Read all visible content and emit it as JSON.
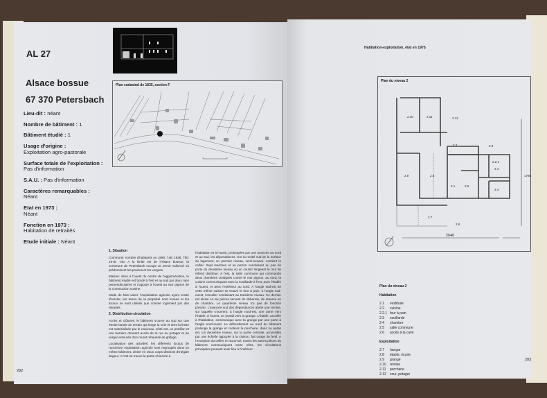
{
  "left_page": {
    "code": "AL 27",
    "region": "Alsace bossue",
    "town": "67 370 Petersbach",
    "facts": [
      {
        "label": "Lieu-dit :",
        "value": "néant",
        "inline": true
      },
      {
        "label": "Nombre de bâtiment :",
        "value": "1",
        "inline": true
      },
      {
        "label": "Bâtiment étudié :",
        "value": "1",
        "inline": true
      },
      {
        "label": "Usage d'origine :",
        "value": "Exploitation agro-pastorale",
        "inline": false
      },
      {
        "label": "Surface totale de l'exploitation :",
        "value": "Pas d'information",
        "inline": false
      },
      {
        "label": "S.A.U. :",
        "value": "Pas d'information",
        "inline": true
      },
      {
        "label": "Caractères remarquables :",
        "value": "Néant",
        "inline": false
      },
      {
        "label": "Etat en 1973 :",
        "value": "Néant",
        "inline": false
      },
      {
        "label": "Fonction en 1973 :",
        "value": "Habitation de retraités",
        "inline": false
      },
      {
        "label": "Etude initiale :",
        "value": "Néant",
        "inline": true
      }
    ],
    "map_caption": "Plan cadastral de 1835, section F",
    "col1": {
      "h1": "1. Situation",
      "p1": "Commune: nombre d'habitants en 1880: 746; 1936: 780; 1975: 740. A la limite est de l'Alsace bossue, la commune de Petersbach occupe un terroir vallonné où prédominent les prairies et les vergers.",
      "p2": "Maison: situé à l'ouest du centre de l'agglomération, le bâtiment étudié est bordé à l'est et au sud par deux rues perpendiculaires et s'appuie à l'ouest au mur pignon de la construction voisine.",
      "p3": "Mode de faire-valoir: l'exploitation agricole ayant cessé d'exister, les terres de la propriété sont louées et les locaux ne sont utilisés que comme logement par des retraités.",
      "h2": "2. Distribution-circulation",
      "p4": "Accès et clôtures: le bâtiment s'ouvre au sud sur une étroite bande de terrain qui longe la voie et dont la limite est matérialisée par le caniveau. Côté est, un portillon et une barrière donnent accès de la rue au potager et au verger entourés d'un muret rehaussé de grillage.",
      "p5": "Localisation des activités: les différents locaux de l'ancienne exploitation agricole sont regroupés dans un même bâtiment, divisé en deux corps distincts d'inégale largeur. A l'est se trouve la partie réservée à"
    },
    "col2": "l'habitation et à l'ouest, prolongées par une avancée au nord et au sud, les dépendances. Sur la moitié sud de la surface du logement, un premier niveau, semi-excavé, contient le cellier. Sept marches et un perron conduisent au pas de porte du deuxième niveau où un couloir longeant le mur de refend distribue: à l'est, la salle commune qui commande deux chambres contiguës contre le mur pignon; au nord, la cuisine communiquant avec la souillarde à l'est, avec l'étable à l'ouest, et avec l'extérieur au nord. A l'angle sud-est de cette même cuisine se trouve le four à pain, à l'angle sud-ouest, l'escalier conduisant au troisième niveau. Ce dernier est divisé en six pièces servant de débarras, de réserve ou de chambre. Le quatrième niveau n'a pas de fonction précise. L'avancée sud des dépendances abrite une remise, sur laquelle s'ouvrent: à l'angle nord-est, une porte vers l'étable; à l'ouest, un portail vers la grange. L'étable, accolée à l'habitation, communique avec la grange par une porte à l'angle nord-ouest. Le débordement au nord du bâtiment prolonge la grange et contient la porcherie, dans sa partie est. Un deuxième niveau, sur la partie centrale, accessible par une échelle appuyée à la cloison, fait usage de fenil. A l'exception du cellier en sous-sol, toutes les autres pièces du bâtiment communiquent entre elles, les circulations principales pouvant avoir lieu à l'intérieur.",
    "page_number": "282"
  },
  "right_page": {
    "header": "Habitation-exploitation, état en 1975",
    "plan_caption": "Plan du niveau 2",
    "dim_width": "2040",
    "dim_height": "1780",
    "rooms": [
      "2.10",
      "2.11",
      "2.12",
      "2.2",
      "2.3",
      "2.2.1",
      "2.4",
      "2.9",
      "2.8",
      "2.1",
      "2.5",
      "2.4",
      "2.7",
      "2.6"
    ],
    "legend_title": "Plan du niveau 2",
    "habitation_title": "Habitation",
    "habitation": [
      [
        "2.1",
        "vestibule"
      ],
      [
        "2.2",
        "cuisine"
      ],
      [
        "2.2.1",
        "four à pain"
      ],
      [
        "2.3",
        "souillarde"
      ],
      [
        "2.4",
        "chambre"
      ],
      [
        "2.5",
        "salle commune"
      ],
      [
        "2.6",
        "accès à la cave"
      ]
    ],
    "exploitation_title": "Exploitation",
    "exploitation": [
      [
        "2.7",
        "hangar"
      ],
      [
        "2.8",
        "étable, écurie"
      ],
      [
        "2.9",
        "grange"
      ],
      [
        "2.10",
        "remise"
      ],
      [
        "2.11",
        "porcherie"
      ],
      [
        "2.12",
        "cour, potager"
      ]
    ],
    "page_number": "283"
  }
}
